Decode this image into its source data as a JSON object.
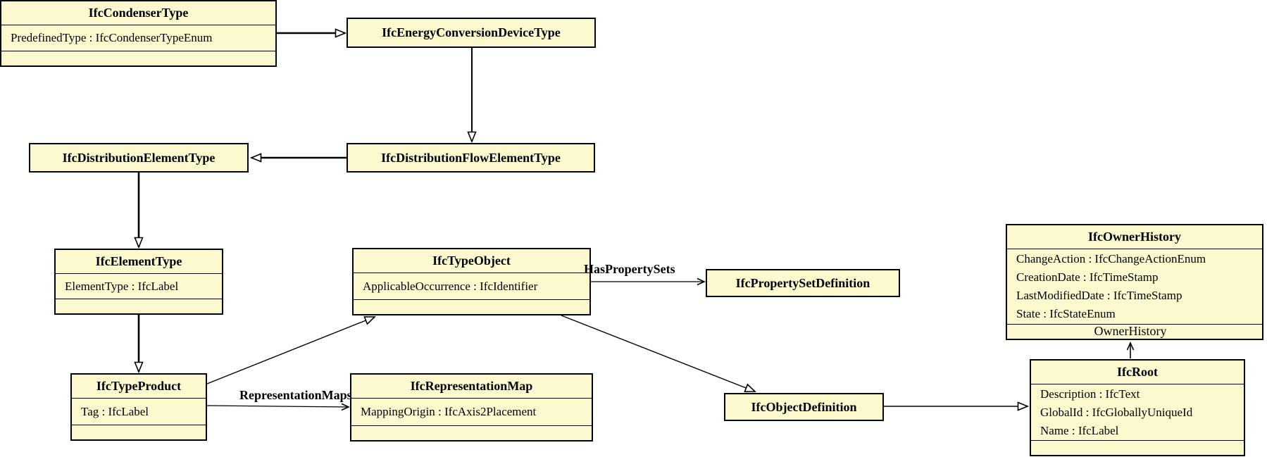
{
  "diagram": {
    "type": "uml-class-diagram",
    "background_color": "#ffffff",
    "node_fill_color": "#fcf9ce",
    "node_border_color": "#000000",
    "text_color": "#000000"
  },
  "classes": [
    {
      "name": "IfcCondenserType",
      "attributes": [
        "PredefinedType : IfcCondenserTypeEnum"
      ]
    },
    {
      "name": "IfcEnergyConversionDeviceType",
      "attributes": []
    },
    {
      "name": "IfcDistributionElementType",
      "attributes": []
    },
    {
      "name": "IfcDistributionFlowElementType",
      "attributes": []
    },
    {
      "name": "IfcElementType",
      "attributes": [
        "ElementType : IfcLabel"
      ]
    },
    {
      "name": "IfcTypeObject",
      "attributes": [
        "ApplicableOccurrence : IfcIdentifier"
      ]
    },
    {
      "name": "IfcPropertySetDefinition",
      "attributes": []
    },
    {
      "name": "IfcOwnerHistory",
      "attributes": [
        "ChangeAction : IfcChangeActionEnum",
        "CreationDate : IfcTimeStamp",
        "LastModifiedDate : IfcTimeStamp",
        "State : IfcStateEnum"
      ]
    },
    {
      "name": "IfcTypeProduct",
      "attributes": [
        "Tag : IfcLabel"
      ]
    },
    {
      "name": "IfcRepresentationMap",
      "attributes": [
        "MappingOrigin : IfcAxis2Placement"
      ]
    },
    {
      "name": "IfcObjectDefinition",
      "attributes": []
    },
    {
      "name": "IfcRoot",
      "attributes": [
        "Description : IfcText",
        "GlobalId : IfcGloballyUniqueId",
        "Name : IfcLabel"
      ]
    }
  ],
  "edge_labels": {
    "has_property_sets": "HasPropertySets",
    "representation_maps": "RepresentationMaps",
    "owner_history": "OwnerHistory"
  }
}
